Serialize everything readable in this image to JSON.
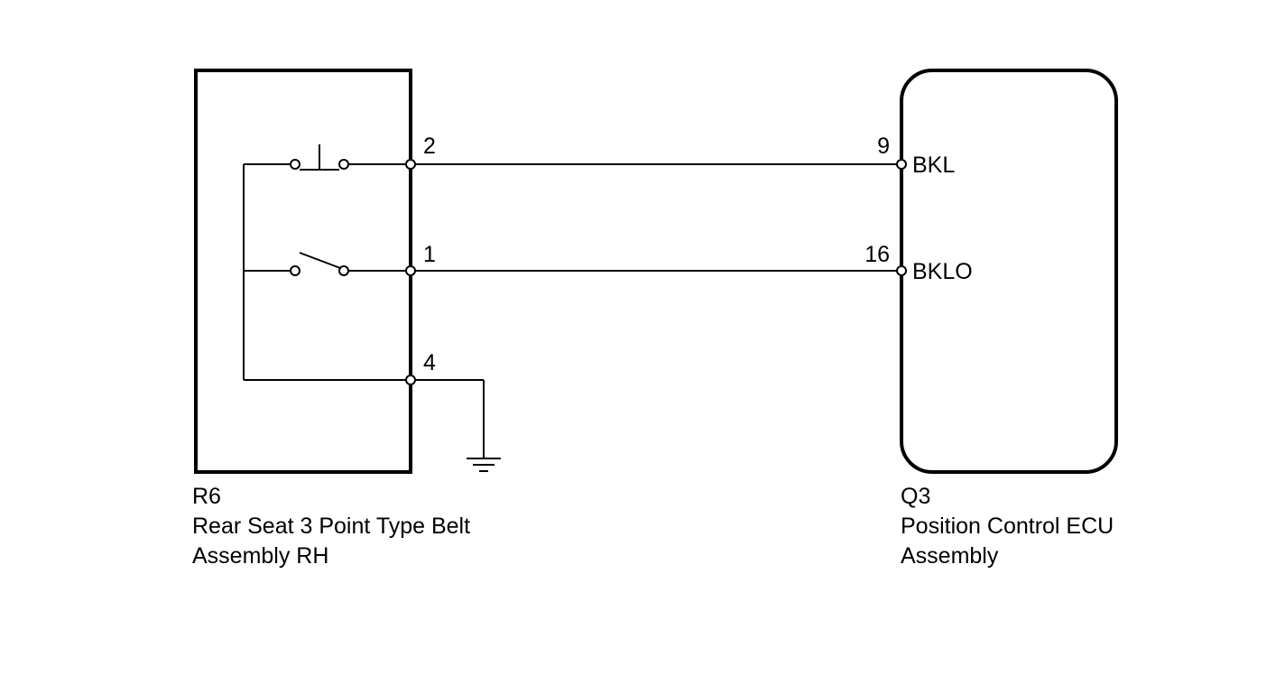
{
  "left_component": {
    "code": "R6",
    "name_line1": "Rear Seat 3 Point Type Belt",
    "name_line2": "Assembly RH",
    "pins": {
      "top": "2",
      "middle": "1",
      "bottom": "4"
    }
  },
  "right_component": {
    "code": "Q3",
    "name_line1": "Position Control ECU",
    "name_line2": "Assembly",
    "pins": {
      "top": {
        "number": "9",
        "signal": "BKL"
      },
      "middle": {
        "number": "16",
        "signal": "BKLO"
      }
    }
  },
  "colors": {
    "line": "#000000",
    "background": "#ffffff"
  },
  "icons": {
    "push_switch": "normally-closed-push-switch-icon",
    "open_switch": "normally-open-switch-icon",
    "ground": "ground-icon"
  }
}
